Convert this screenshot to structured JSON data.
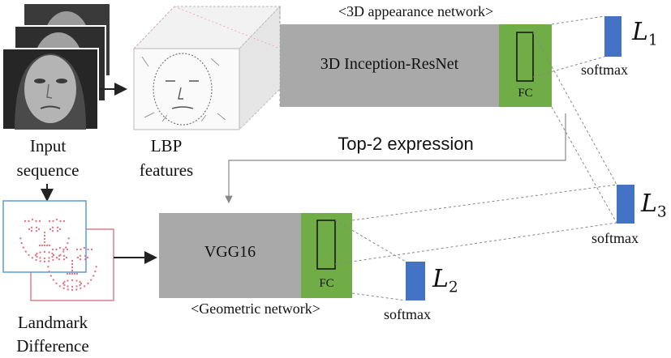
{
  "appearance_network": {
    "caption": "<3D appearance network>",
    "block_label": "3D Inception-ResNet",
    "fc_label": "FC"
  },
  "geometric_network": {
    "caption": "<Geometric network>",
    "block_label": "VGG16",
    "fc_label": "FC"
  },
  "inputs": {
    "input_line1": "Input",
    "input_line2": "sequence",
    "lbp_line1": "LBP",
    "lbp_line2": "features",
    "landmark_line1": "Landmark",
    "landmark_line2": "Difference"
  },
  "top2_label": "Top-2 expression",
  "outputs": {
    "l1": {
      "symbol": "L",
      "sub": "1",
      "act": "softmax"
    },
    "l2": {
      "symbol": "L",
      "sub": "2",
      "act": "softmax"
    },
    "l3": {
      "symbol": "L",
      "sub": "3",
      "act": "softmax"
    }
  },
  "colors": {
    "block_gray": "#a9a9a9",
    "fc_green": "#70ad47",
    "output_blue": "#4472c4",
    "landmark_blue": "#5b9bd5",
    "landmark_red": "#d9808a"
  }
}
